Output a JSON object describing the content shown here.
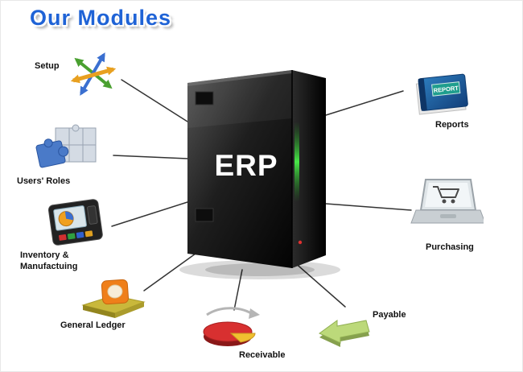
{
  "title": "Our Modules",
  "center": {
    "label": "ERP"
  },
  "modules": [
    {
      "id": "setup",
      "label": "Setup"
    },
    {
      "id": "users-roles",
      "label": "Users' Roles"
    },
    {
      "id": "inventory-manufacturing",
      "label1": "Inventory &",
      "label2": "Manufactuing"
    },
    {
      "id": "general-ledger",
      "label": "General Ledger"
    },
    {
      "id": "receivable",
      "label": "Receivable"
    },
    {
      "id": "payable",
      "label": "Payable"
    },
    {
      "id": "purchasing",
      "label": "Purchasing"
    },
    {
      "id": "reports",
      "label": "Reports",
      "icon_text": "REPORT"
    }
  ],
  "colors": {
    "title_blue": "#1f63d6",
    "tower_black": "#0a0a0a",
    "glow_green": "#49e849",
    "led_red": "#e03030",
    "book_blue": "#1d5a9e",
    "report_label_teal": "#1f9e8e",
    "pie_red": "#d83030",
    "pie_slice_yellow": "#f0c030",
    "ledger_orange": "#ef7f1a",
    "payable_green": "#bcd97a",
    "puzzle_blue": "#4a7ac8",
    "arrow_orange": "#e8a020"
  }
}
